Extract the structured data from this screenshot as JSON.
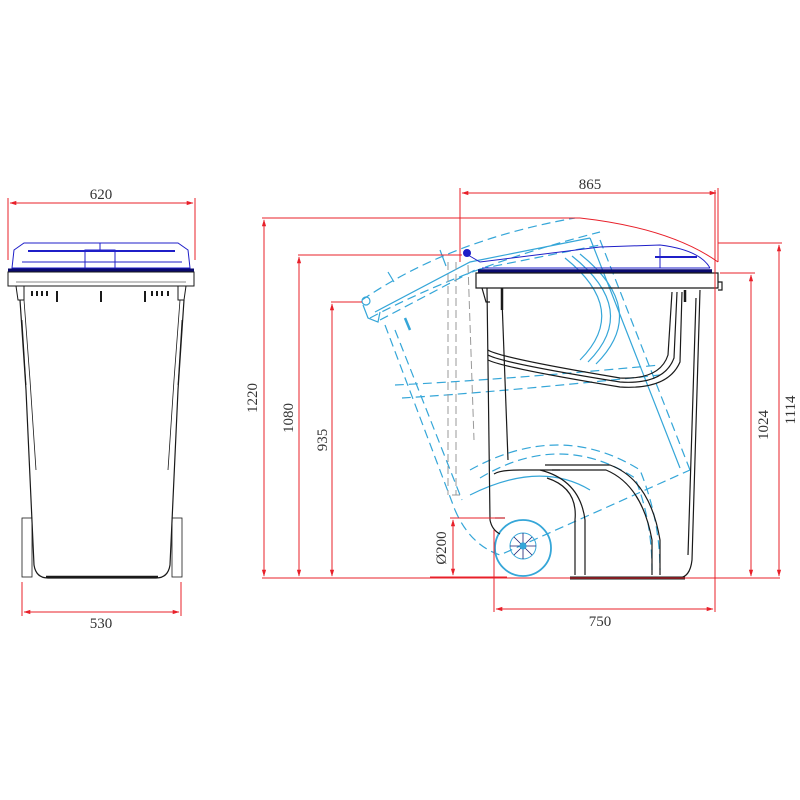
{
  "drawing": {
    "subject": "Wheeled waste bin technical drawing",
    "views": [
      "front-view",
      "side-view"
    ],
    "units": "mm"
  },
  "colors": {
    "dimension_line": "#e8202a",
    "dimension_text": "#333333",
    "bin_outline": "#1a1a1a",
    "lid_closed": "#1f1fc8",
    "lid_dark": "#0a0a6e",
    "tilted_ghost": "#35a6d8",
    "background": "#ffffff"
  },
  "front_view": {
    "dimensions": {
      "top_width": "620",
      "bottom_width": "530"
    }
  },
  "side_view": {
    "dimensions": {
      "lid_open_length": "865",
      "total_height_tilted": "1220",
      "handle_height_tilted": "1080",
      "pivot_height_tilted": "935",
      "body_height": "1024",
      "lid_height": "1114",
      "wheel_diameter": "Ø200",
      "base_depth": "750"
    }
  }
}
